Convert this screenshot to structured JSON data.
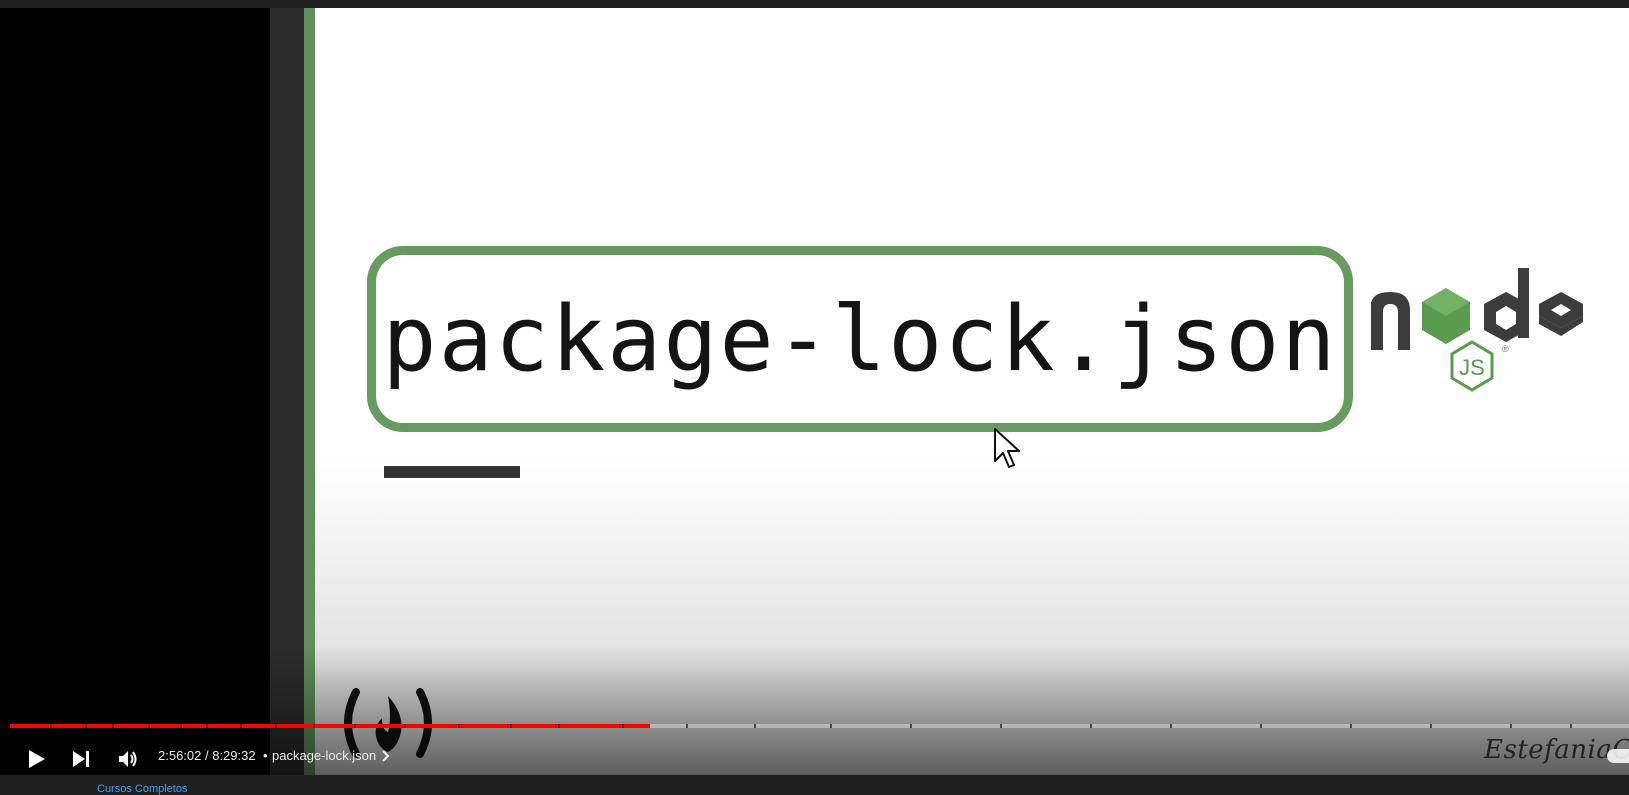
{
  "video": {
    "slide_title": "package-lock.json",
    "node_logo": {
      "alt": "node js",
      "word": "node",
      "badge": "JS",
      "registered": "®"
    },
    "watermark_signature": "EstefaniaCN",
    "brand_logo": "freeCodeCamp flame logo"
  },
  "player": {
    "time_display": "2:56:02 / 8:29:32",
    "separator": "•",
    "chapter_title": "package-lock.json",
    "progress_fraction": 0.395,
    "controls": {
      "play": "play-icon",
      "next": "next-icon",
      "volume": "volume-icon",
      "chapter_chevron": "chevron-right-icon"
    },
    "colors": {
      "progress_played": "#ff0000",
      "accent_green": "#679a5f"
    }
  },
  "page": {
    "bottom_link": "Cursos Completos"
  }
}
